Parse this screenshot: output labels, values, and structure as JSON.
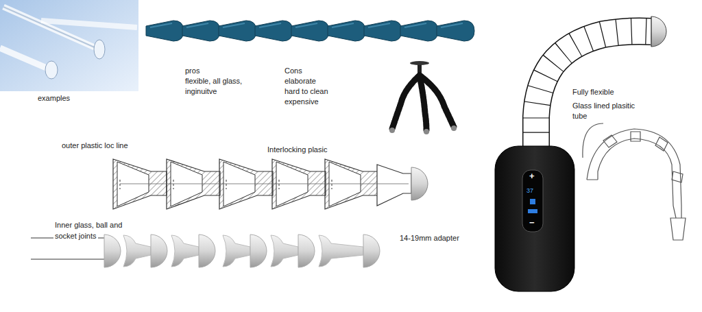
{
  "diagram": {
    "labels": [
      "examples",
      "pros",
      "flexible, all glass,",
      "inginuitve",
      "Cons",
      "elaborate",
      "hard to clean",
      "expensive",
      "outer plastic loc line",
      "Interlocking plasic",
      "Inner glass, ball and",
      "socket joints",
      "14-19mm adapter",
      "Fully flexible",
      "Glass lined plasitic",
      "tube",
      "+",
      "37",
      "−"
    ]
  }
}
